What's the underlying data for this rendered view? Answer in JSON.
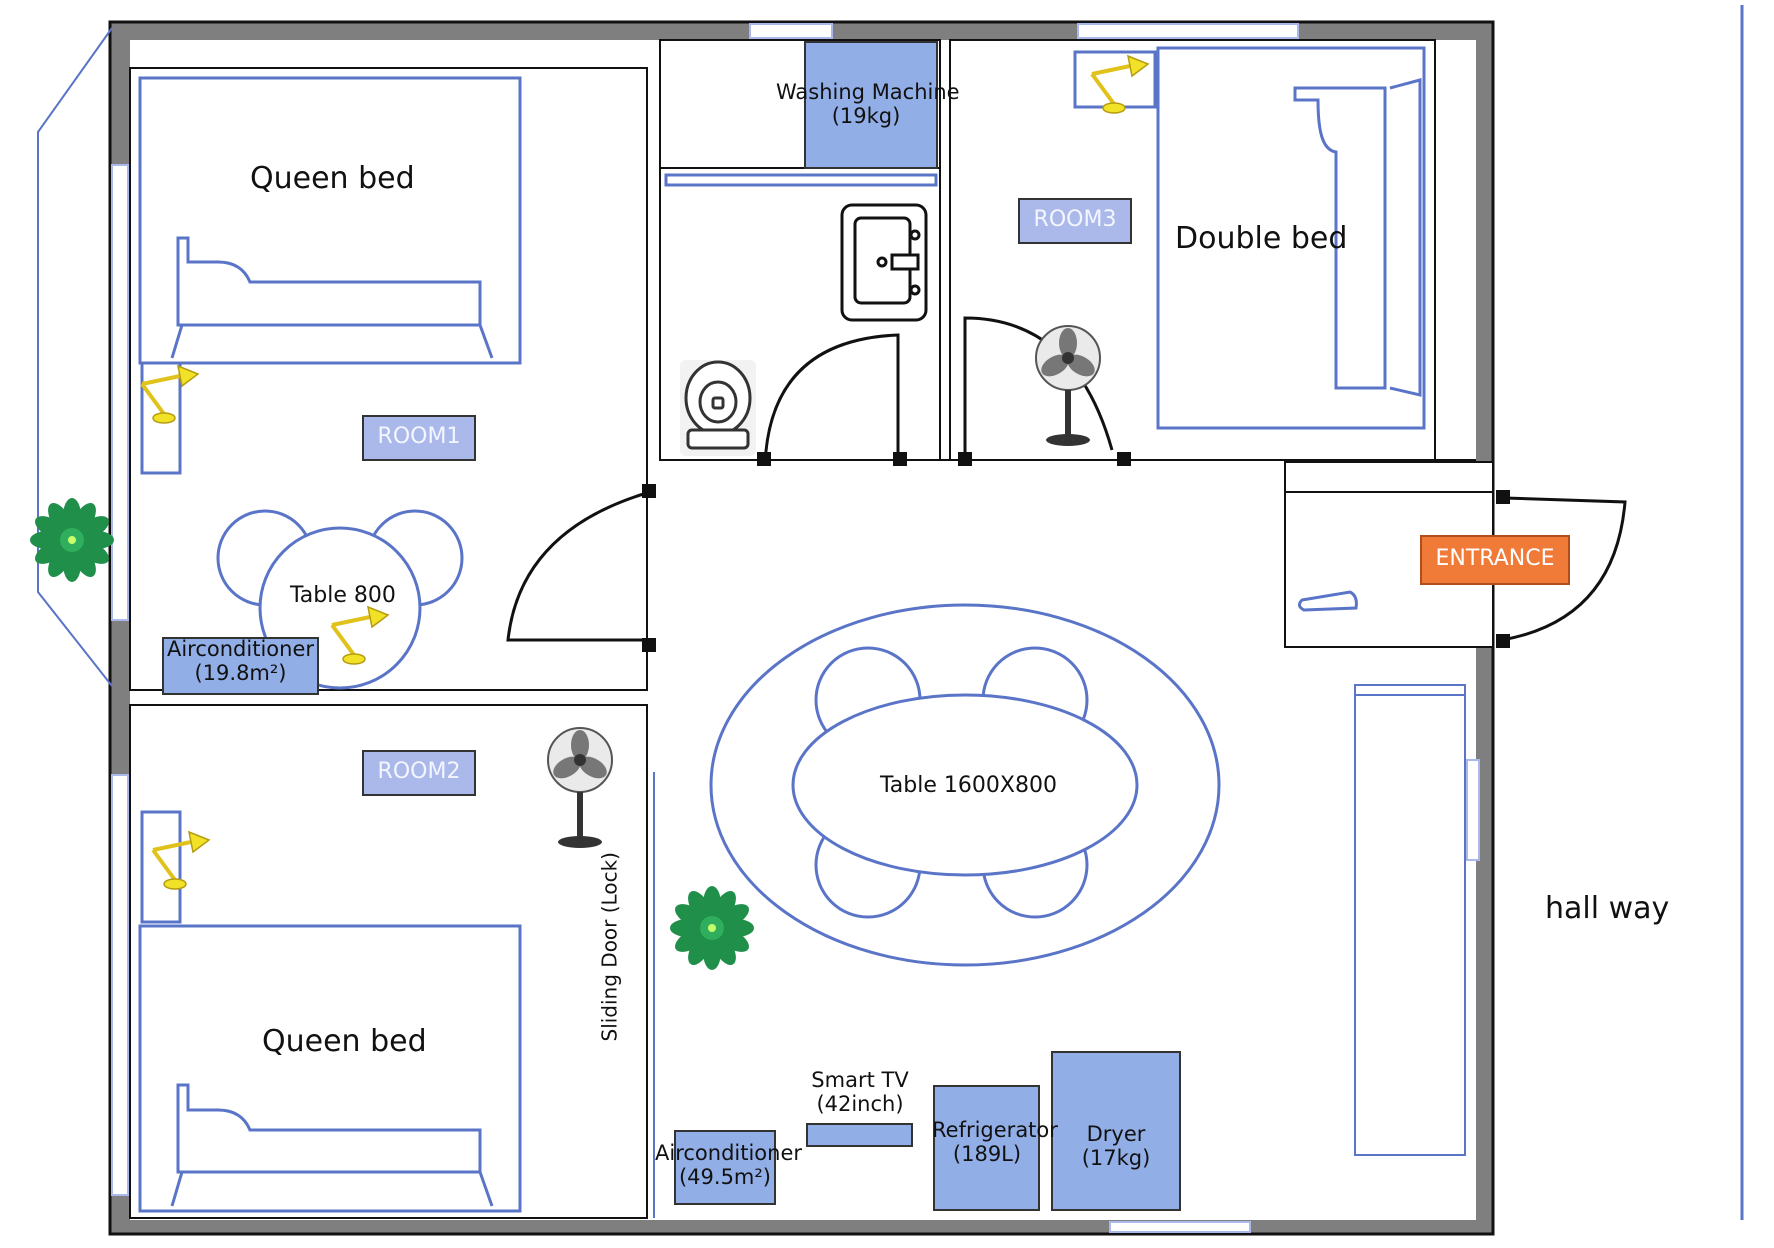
{
  "rooms": {
    "room1": "ROOM1",
    "room2": "ROOM2",
    "room3": "ROOM3",
    "entrance": "ENTRANCE"
  },
  "furniture": {
    "queen_bed_1": "Queen bed",
    "queen_bed_2": "Queen bed",
    "double_bed": "Double bed",
    "table_800": "Table 800",
    "table_1600": "Table 1600X800",
    "washing_machine": "Washing Machine",
    "washing_machine_cap": "(19kg)",
    "aircon_1": "Airconditioner",
    "aircon_1_cap": "(19.8m²)",
    "aircon_2": "Airconditioner",
    "aircon_2_cap": "(49.5m²)",
    "smart_tv": "Smart TV",
    "smart_tv_cap": "(42inch)",
    "refrigerator": "Refrigerator",
    "refrigerator_cap": "(189L)",
    "dryer": "Dryer",
    "dryer_cap": "(17kg)",
    "sliding_door": "Sliding Door (Lock)"
  },
  "labels": {
    "hallway": "hall way"
  },
  "colors": {
    "wall": "#7f7f7f",
    "furniture_outline": "#5a74c8",
    "appliance_fill": "#92aee6",
    "room_tag": "#aab9ea",
    "entrance": "#f07a37",
    "plant": "#1f8f4a",
    "lamp": "#f2e227"
  },
  "icons": [
    "plant-icon",
    "fan-icon",
    "lamp-icon",
    "toilet-icon",
    "sink-icon",
    "shoe-icon",
    "bed-icon"
  ]
}
